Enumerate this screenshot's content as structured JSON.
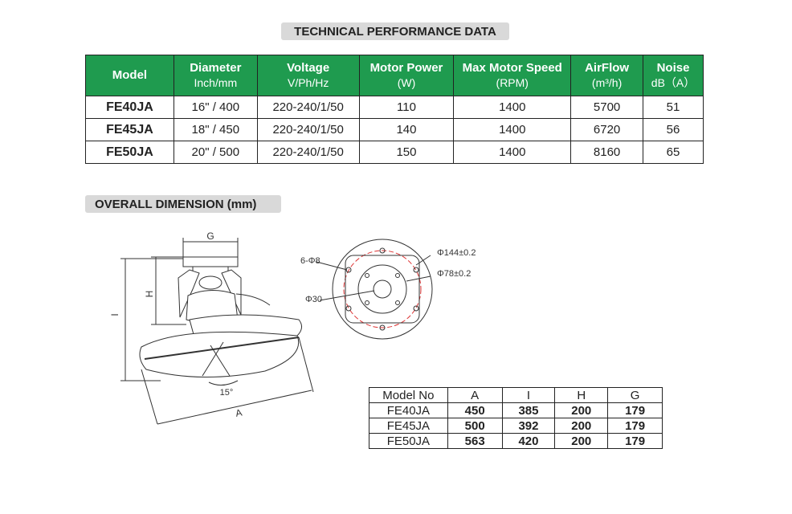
{
  "performance": {
    "title": "TECHNICAL PERFORMANCE DATA",
    "headers": [
      {
        "label": "Model",
        "sub": ""
      },
      {
        "label": "Diameter",
        "sub": "Inch/mm"
      },
      {
        "label": "Voltage",
        "sub": "V/Ph/Hz"
      },
      {
        "label": "Motor Power",
        "sub": "(W)"
      },
      {
        "label": "Max Motor Speed",
        "sub": "(RPM)"
      },
      {
        "label": "AirFlow",
        "sub": "(m³/h)"
      },
      {
        "label": "Noise",
        "sub": "dB（A）"
      }
    ],
    "rows": [
      [
        "FE40JA",
        "16\" / 400",
        "220-240/1/50",
        "110",
        "1400",
        "5700",
        "51"
      ],
      [
        "FE45JA",
        "18\" / 450",
        "220-240/1/50",
        "140",
        "1400",
        "6720",
        "56"
      ],
      [
        "FE50JA",
        "20\" / 500",
        "220-240/1/50",
        "150",
        "1400",
        "8160",
        "65"
      ]
    ]
  },
  "dimension": {
    "title": "OVERALL DIMENSION (mm)",
    "side_labels": {
      "g": "G",
      "h": "H",
      "i": "I",
      "a": "A",
      "angle": "15°"
    },
    "top_labels": {
      "holes": "6-Φ8",
      "outer": "Φ144±0.2",
      "inner": "Φ78±0.2",
      "center": "Φ30"
    },
    "headers": [
      "Model No",
      "A",
      "I",
      "H",
      "G"
    ],
    "rows": [
      [
        "FE40JA",
        "450",
        "385",
        "200",
        "179"
      ],
      [
        "FE45JA",
        "500",
        "392",
        "200",
        "179"
      ],
      [
        "FE50JA",
        "563",
        "420",
        "200",
        "179"
      ]
    ]
  }
}
